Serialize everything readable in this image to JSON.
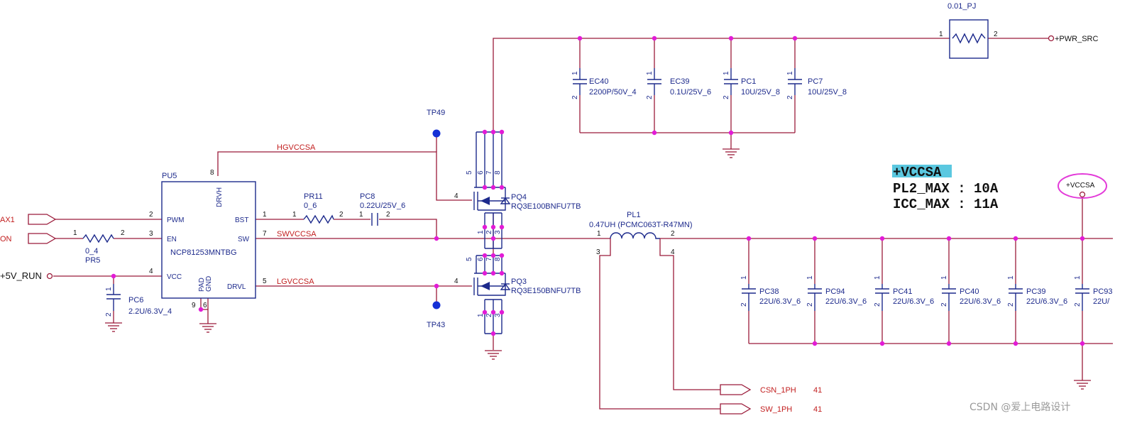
{
  "chip": {
    "ref": "PU5",
    "part": "NCP81253MNTBG",
    "pins": {
      "pwm": {
        "name": "PWM",
        "num": "2"
      },
      "en": {
        "name": "EN",
        "num": "3"
      },
      "vcc": {
        "name": "VCC",
        "num": "4"
      },
      "drvh": {
        "name": "DRVH",
        "num": "8"
      },
      "bst": {
        "name": "BST",
        "num": "1"
      },
      "sw": {
        "name": "SW",
        "num": "7"
      },
      "drvl": {
        "name": "DRVL",
        "num": "5"
      },
      "pad": {
        "name": "PAD",
        "num": "9"
      },
      "gnd": {
        "name": "GND",
        "num": "6"
      }
    }
  },
  "nets": {
    "pwm_partial": "AX1",
    "en_partial": "ON",
    "vcc": "+5V_RUN",
    "hg": "HGVCCSA",
    "sw": "SWVCCSA",
    "lg": "LGVCCSA",
    "pwr_src": "+PWR_SRC",
    "csn": "CSN_1PH",
    "sw1": "SW_1PH",
    "csn_page": "41",
    "sw1_page": "41",
    "vccsa_port": "+VCCSA"
  },
  "resistors": {
    "pr5": {
      "ref": "PR5",
      "value": "0_4",
      "pin1": "1",
      "pin2": "2"
    },
    "pr11": {
      "ref": "PR11",
      "value": "0_6",
      "pin1": "1",
      "pin2": "2"
    },
    "pj": {
      "value": "0.01_PJ",
      "pin1": "1",
      "pin2": "2"
    }
  },
  "caps": {
    "pc6": {
      "ref": "PC6",
      "value": "2.2U/6.3V_4"
    },
    "pc8": {
      "ref": "PC8",
      "value": "0.22U/25V_6"
    },
    "ec40": {
      "ref": "EC40",
      "value": "2200P/50V_4"
    },
    "ec39": {
      "ref": "EC39",
      "value": "0.1U/25V_6"
    },
    "pc1": {
      "ref": "PC1",
      "value": "10U/25V_8"
    },
    "pc7": {
      "ref": "PC7",
      "value": "10U/25V_8"
    },
    "output": [
      {
        "ref": "PC38",
        "value": "22U/6.3V_6"
      },
      {
        "ref": "PC94",
        "value": "22U/6.3V_6"
      },
      {
        "ref": "PC41",
        "value": "22U/6.3V_6"
      },
      {
        "ref": "PC40",
        "value": "22U/6.3V_6"
      },
      {
        "ref": "PC39",
        "value": "22U/6.3V_6"
      },
      {
        "ref": "PC93",
        "value": "22U/"
      }
    ]
  },
  "mosfets": {
    "pq4": {
      "ref": "PQ4",
      "part": "RQ3E100BNFU7TB"
    },
    "pq3": {
      "ref": "PQ3",
      "part": "RQ3E150BNFU7TB"
    },
    "gate_pin": "4",
    "drain_pins": [
      "5",
      "6",
      "7",
      "8"
    ],
    "source_pins": [
      "1",
      "2",
      "3"
    ]
  },
  "inductor": {
    "ref": "PL1",
    "value": "0.47UH (PCMC063T-R47MN)",
    "pin1": "1",
    "pin2": "2",
    "pin3": "3",
    "pin4": "4"
  },
  "testpoints": {
    "tp49": "TP49",
    "tp43": "TP43"
  },
  "spec": {
    "title": "+VCCSA",
    "line1": "PL2_MAX : 10A",
    "line2": "ICC_MAX : 11A"
  },
  "cap_pin1": "1",
  "cap_pin2": "2",
  "watermark": "CSDN @爱上电路设计",
  "colors": {
    "wire": "#9b1b3a",
    "component": "#1d2a8c",
    "junction": "#e21bd6",
    "testpoint": "#1530d6",
    "net_label": "#c21e1e",
    "title_highlight": "#5bc8e0",
    "callout_ellipse": "#e33bd9"
  }
}
